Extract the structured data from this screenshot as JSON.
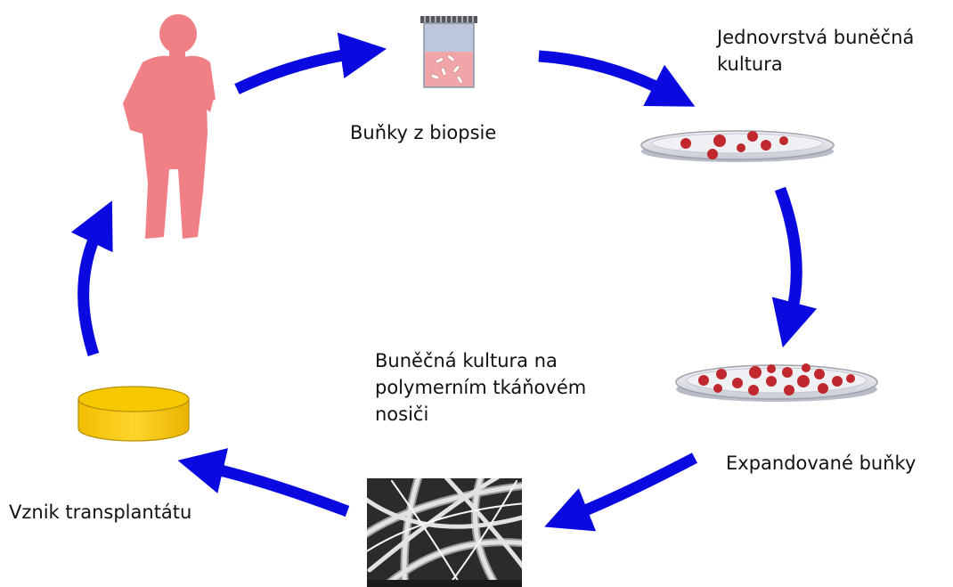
{
  "stages": {
    "biopsy": {
      "label": "Buňky z biopsie"
    },
    "monolayer": {
      "label": "Jednovrstvá buněčná\nkultura"
    },
    "expanded": {
      "label": "Expandované buňky"
    },
    "scaffold": {
      "label": "Buněčná kultura na\npolymerním tkáňovém\nnosiči"
    },
    "transplant": {
      "label": "Vznik transplantátu"
    }
  },
  "colors": {
    "arrow": "#0a0ae0",
    "patient": "#f07f86",
    "cells": "#c0282d",
    "vial_liquid": "#f0a6a8",
    "implant": "#f6cf1e"
  },
  "icons": [
    "patient-silhouette-icon",
    "biopsy-vial-icon",
    "petri-dish-icon",
    "scaffold-micrograph-icon",
    "implant-cylinder-icon",
    "cycle-arrow-icon"
  ]
}
